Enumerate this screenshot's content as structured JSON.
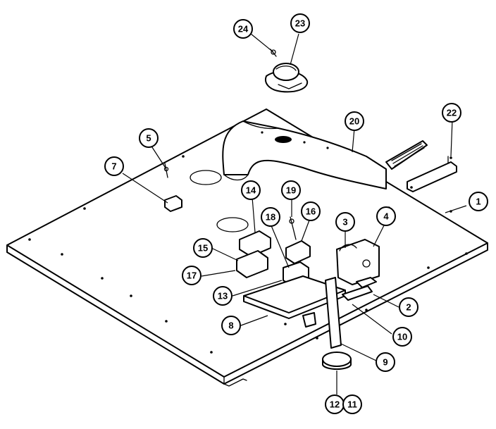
{
  "diagram": {
    "callouts": [
      {
        "id": "c24",
        "label": "24"
      },
      {
        "id": "c23",
        "label": "23"
      },
      {
        "id": "c20",
        "label": "20"
      },
      {
        "id": "c22",
        "label": "22"
      },
      {
        "id": "c5",
        "label": "5"
      },
      {
        "id": "c7",
        "label": "7"
      },
      {
        "id": "c14",
        "label": "14"
      },
      {
        "id": "c19",
        "label": "19"
      },
      {
        "id": "c16",
        "label": "16"
      },
      {
        "id": "c18",
        "label": "18"
      },
      {
        "id": "c3",
        "label": "3"
      },
      {
        "id": "c4",
        "label": "4"
      },
      {
        "id": "c1",
        "label": "1"
      },
      {
        "id": "c15",
        "label": "15"
      },
      {
        "id": "c17",
        "label": "17"
      },
      {
        "id": "c13",
        "label": "13"
      },
      {
        "id": "c8",
        "label": "8"
      },
      {
        "id": "c2",
        "label": "2"
      },
      {
        "id": "c10",
        "label": "10"
      },
      {
        "id": "c9",
        "label": "9"
      },
      {
        "id": "c12",
        "label": "12"
      },
      {
        "id": "c11",
        "label": "11"
      }
    ]
  }
}
